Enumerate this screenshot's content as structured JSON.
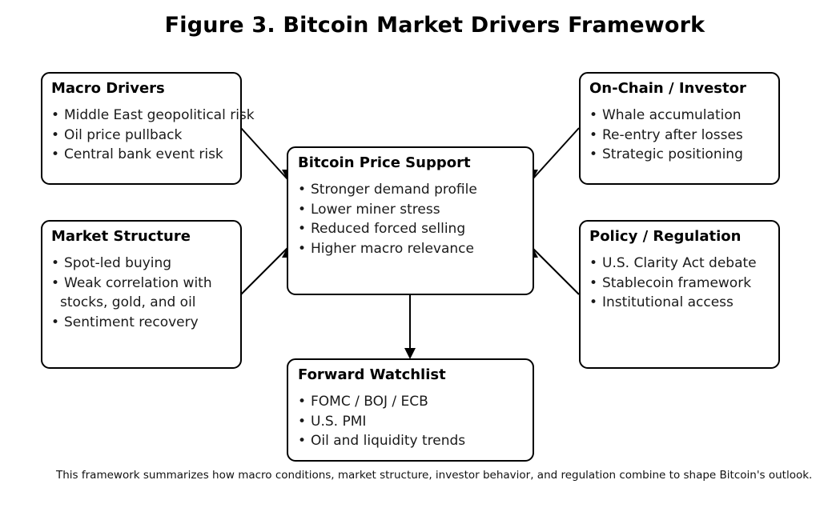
{
  "figure": {
    "title": "Figure 3. Bitcoin Market Drivers Framework",
    "caption": "This framework summarizes how macro conditions, market structure, investor behavior, and regulation combine to shape Bitcoin's outlook."
  },
  "boxes": {
    "macro": {
      "title": "Macro Drivers",
      "items": [
        "Middle East geopolitical risk",
        "Oil price pullback",
        "Central bank event risk"
      ]
    },
    "onchain": {
      "title": "On-Chain / Investor",
      "items": [
        "Whale accumulation",
        "Re-entry after losses",
        "Strategic positioning"
      ]
    },
    "structure": {
      "title": "Market Structure",
      "items": [
        "Spot-led buying",
        "Weak correlation with",
        "stocks, gold, and oil",
        "Sentiment recovery"
      ]
    },
    "policy": {
      "title": "Policy / Regulation",
      "items": [
        "U.S. Clarity Act debate",
        "Stablecoin framework",
        "Institutional access"
      ]
    },
    "center": {
      "title": "Bitcoin Price Support",
      "items": [
        "Stronger demand profile",
        "Lower miner stress",
        "Reduced forced selling",
        "Higher macro relevance"
      ]
    },
    "watch": {
      "title": "Forward Watchlist",
      "items": [
        "FOMC / BOJ / ECB",
        "U.S. PMI",
        "Oil and liquidity trends"
      ]
    }
  },
  "edges": [
    {
      "from": "Macro Drivers",
      "to": "Bitcoin Price Support"
    },
    {
      "from": "Market Structure",
      "to": "Bitcoin Price Support"
    },
    {
      "from": "On-Chain / Investor",
      "to": "Bitcoin Price Support"
    },
    {
      "from": "Policy / Regulation",
      "to": "Bitcoin Price Support"
    },
    {
      "from": "Bitcoin Price Support",
      "to": "Forward Watchlist"
    }
  ],
  "bullet": "•"
}
